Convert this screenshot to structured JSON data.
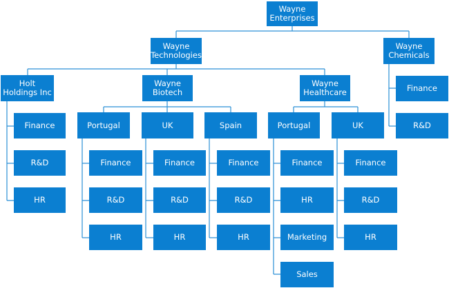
{
  "colors": {
    "box": "#0b7fd1",
    "line": "#2a8fd6",
    "text": "#ffffff"
  },
  "nodes": {
    "root": "Wayne\nEnterprises",
    "tech": "Wayne\nTechnologies",
    "chem": "Wayne\nChemicals",
    "holt": "Holt\nHoldings Inc",
    "biotech": "Wayne\nBiotech",
    "health": "Wayne\nHealthcare",
    "chem_fin": "Finance",
    "chem_rd": "R&D",
    "holt_fin": "Finance",
    "holt_rd": "R&D",
    "holt_hr": "HR",
    "bio_pt": "Portugal",
    "bio_uk": "UK",
    "bio_es": "Spain",
    "bio_pt_fin": "Finance",
    "bio_pt_rd": "R&D",
    "bio_pt_hr": "HR",
    "bio_uk_fin": "Finance",
    "bio_uk_rd": "R&D",
    "bio_uk_hr": "HR",
    "bio_es_fin": "Finance",
    "bio_es_rd": "R&D",
    "bio_es_hr": "HR",
    "hc_pt": "Portugal",
    "hc_uk": "UK",
    "hc_pt_fin": "Finance",
    "hc_pt_hr": "HR",
    "hc_pt_mkt": "Marketing",
    "hc_pt_sales": "Sales",
    "hc_uk_fin": "Finance",
    "hc_uk_rd": "R&D",
    "hc_uk_hr": "HR"
  }
}
